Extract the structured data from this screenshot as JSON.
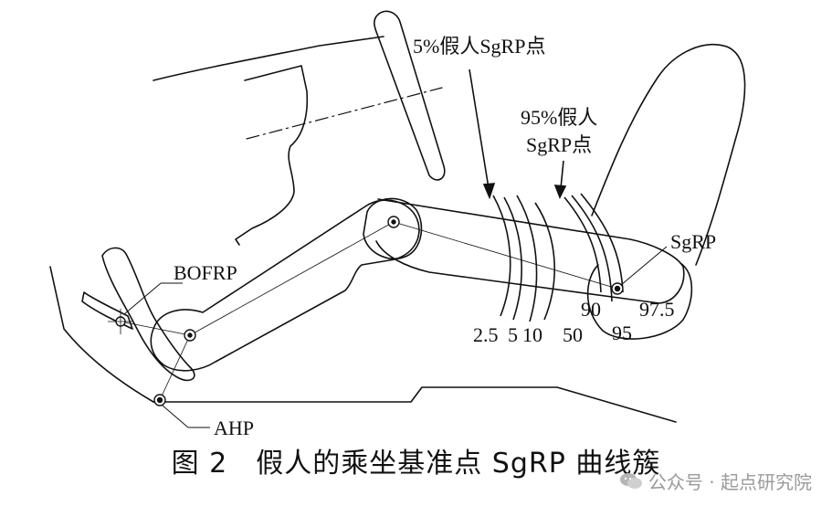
{
  "labels": {
    "sgrp5": "5%假人SgRP点",
    "sgrp95_line1": "95%假人",
    "sgrp95_line2": "SgRP点",
    "sgrp": "SgRP",
    "bofrp": "BOFRP",
    "ahp": "AHP"
  },
  "curve_numbers": {
    "n2_5": "2.5",
    "n5": "5",
    "n10": "10",
    "n50": "50",
    "n90": "90",
    "n95": "95",
    "n97_5": "97.5"
  },
  "caption": "图 2　假人的乘坐基准点 SgRP 曲线簇",
  "watermark": "公众号 · 起点研究院",
  "colors": {
    "line": "#111111",
    "watermark": "#9a9a9a"
  }
}
